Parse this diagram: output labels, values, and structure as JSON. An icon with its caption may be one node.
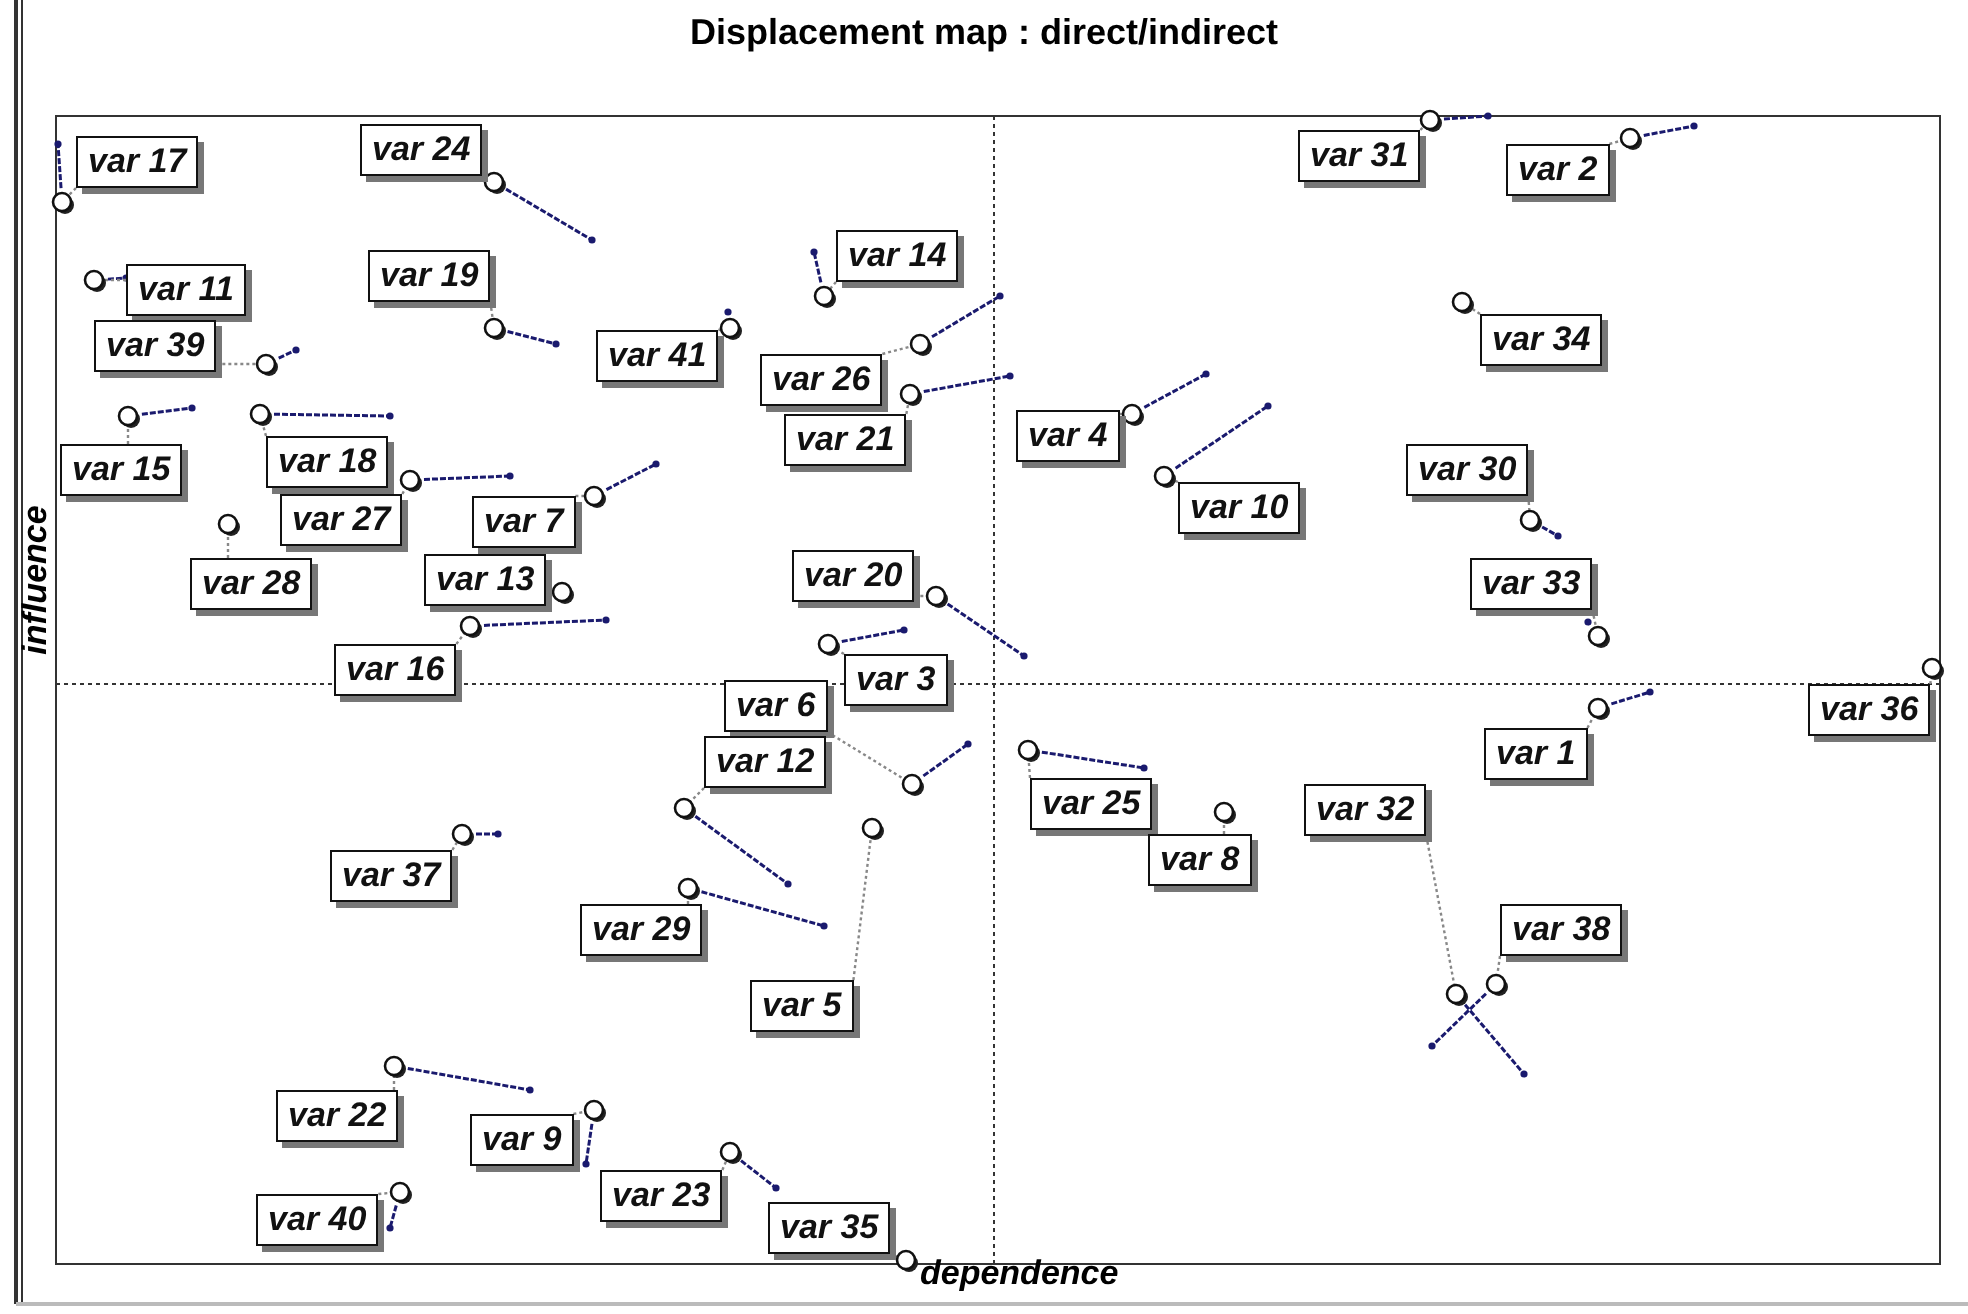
{
  "diagram": {
    "title": "Displacement map :  direct/indirect",
    "nodes": [
      {
        "text": [
          "var 17"
        ]
      },
      {
        "text": [
          "var 24"
        ]
      },
      {
        "text": [
          "var 31"
        ]
      },
      {
        "text": [
          "var 2"
        ]
      },
      {
        "text": [
          "var 14"
        ]
      },
      {
        "text": [
          "var 19"
        ]
      },
      {
        "text": [
          "var 11"
        ]
      },
      {
        "text": [
          "var 39"
        ]
      },
      {
        "text": [
          "var 34"
        ]
      },
      {
        "text": [
          "var 41"
        ]
      },
      {
        "text": [
          "var 26"
        ]
      },
      {
        "text": [
          "var 21"
        ]
      },
      {
        "text": [
          "var 4"
        ]
      },
      {
        "text": [
          "var 15"
        ]
      },
      {
        "text": [
          "var 18"
        ]
      },
      {
        "text": [
          "var 30"
        ]
      },
      {
        "text": [
          "var 10"
        ]
      },
      {
        "text": [
          "var 27"
        ]
      },
      {
        "text": [
          "var 7"
        ]
      },
      {
        "text": [
          "var 28"
        ]
      },
      {
        "text": [
          "var 13"
        ]
      },
      {
        "text": [
          "var 33"
        ]
      },
      {
        "text": [
          "var 20"
        ]
      },
      {
        "text": [
          "var 16"
        ]
      },
      {
        "text": [
          "var 3"
        ]
      },
      {
        "text": [
          "var 36"
        ]
      },
      {
        "text": [
          "var 6"
        ]
      },
      {
        "text": [
          "var 1"
        ]
      },
      {
        "text": [
          "var 12"
        ]
      },
      {
        "text": [
          "var 25"
        ]
      },
      {
        "text": [
          "var 32"
        ]
      },
      {
        "text": [
          "var 8"
        ]
      },
      {
        "text": [
          "var 37"
        ]
      },
      {
        "text": [
          "var 29"
        ]
      },
      {
        "text": [
          "var 38"
        ]
      },
      {
        "text": [
          "var 5"
        ]
      },
      {
        "text": [
          "var 22"
        ]
      },
      {
        "text": [
          "var 9"
        ]
      },
      {
        "text": [
          "var 23"
        ]
      },
      {
        "text": [
          "var 40"
        ]
      },
      {
        "text": [
          "var 35"
        ]
      }
    ],
    "edges": [
      {
        "from": 0,
        "to": null,
        "arrow": "other"
      },
      {
        "from": 1,
        "to": null,
        "arrow": "other"
      },
      {
        "from": 2,
        "to": null,
        "arrow": "other"
      },
      {
        "from": 3,
        "to": null,
        "arrow": "other"
      },
      {
        "from": 4,
        "to": null,
        "arrow": "other"
      },
      {
        "from": 5,
        "to": null,
        "arrow": "other"
      },
      {
        "from": 6,
        "to": null,
        "arrow": "other"
      },
      {
        "from": 7,
        "to": null,
        "arrow": "other"
      },
      {
        "from": 8,
        "to": null,
        "arrow": "other"
      },
      {
        "from": 9,
        "to": null,
        "arrow": "other"
      },
      {
        "from": 10,
        "to": null,
        "arrow": "other"
      },
      {
        "from": 11,
        "to": null,
        "arrow": "other"
      },
      {
        "from": 12,
        "to": null,
        "arrow": "other"
      },
      {
        "from": 13,
        "to": null,
        "arrow": "other"
      },
      {
        "from": 14,
        "to": null,
        "arrow": "other"
      },
      {
        "from": 15,
        "to": null,
        "arrow": "other"
      },
      {
        "from": 16,
        "to": null,
        "arrow": "other"
      },
      {
        "from": 17,
        "to": null,
        "arrow": "other"
      },
      {
        "from": 18,
        "to": null,
        "arrow": "other"
      },
      {
        "from": 19,
        "to": null,
        "arrow": "other"
      },
      {
        "from": 20,
        "to": null,
        "arrow": "other"
      },
      {
        "from": 21,
        "to": null,
        "arrow": "other"
      },
      {
        "from": 22,
        "to": null,
        "arrow": "other"
      },
      {
        "from": 23,
        "to": null,
        "arrow": "other"
      },
      {
        "from": 24,
        "to": null,
        "arrow": "other"
      },
      {
        "from": 25,
        "to": null,
        "arrow": "other"
      },
      {
        "from": 26,
        "to": null,
        "arrow": "other"
      },
      {
        "from": 27,
        "to": null,
        "arrow": "other"
      },
      {
        "from": 28,
        "to": null,
        "arrow": "other"
      },
      {
        "from": 29,
        "to": null,
        "arrow": "other"
      },
      {
        "from": 30,
        "to": null,
        "arrow": "other"
      },
      {
        "from": 31,
        "to": null,
        "arrow": "other"
      },
      {
        "from": 32,
        "to": null,
        "arrow": "other"
      },
      {
        "from": 33,
        "to": null,
        "arrow": "other"
      },
      {
        "from": 34,
        "to": null,
        "arrow": "other"
      },
      {
        "from": 35,
        "to": null,
        "arrow": "other"
      },
      {
        "from": 36,
        "to": null,
        "arrow": "other"
      },
      {
        "from": 37,
        "to": null,
        "arrow": "other"
      },
      {
        "from": 38,
        "to": null,
        "arrow": "other"
      },
      {
        "from": 39,
        "to": null,
        "arrow": "other"
      },
      {
        "from": 40,
        "to": null,
        "arrow": "other"
      }
    ],
    "labels": [
      "influence",
      "dependence"
    ]
  }
}
